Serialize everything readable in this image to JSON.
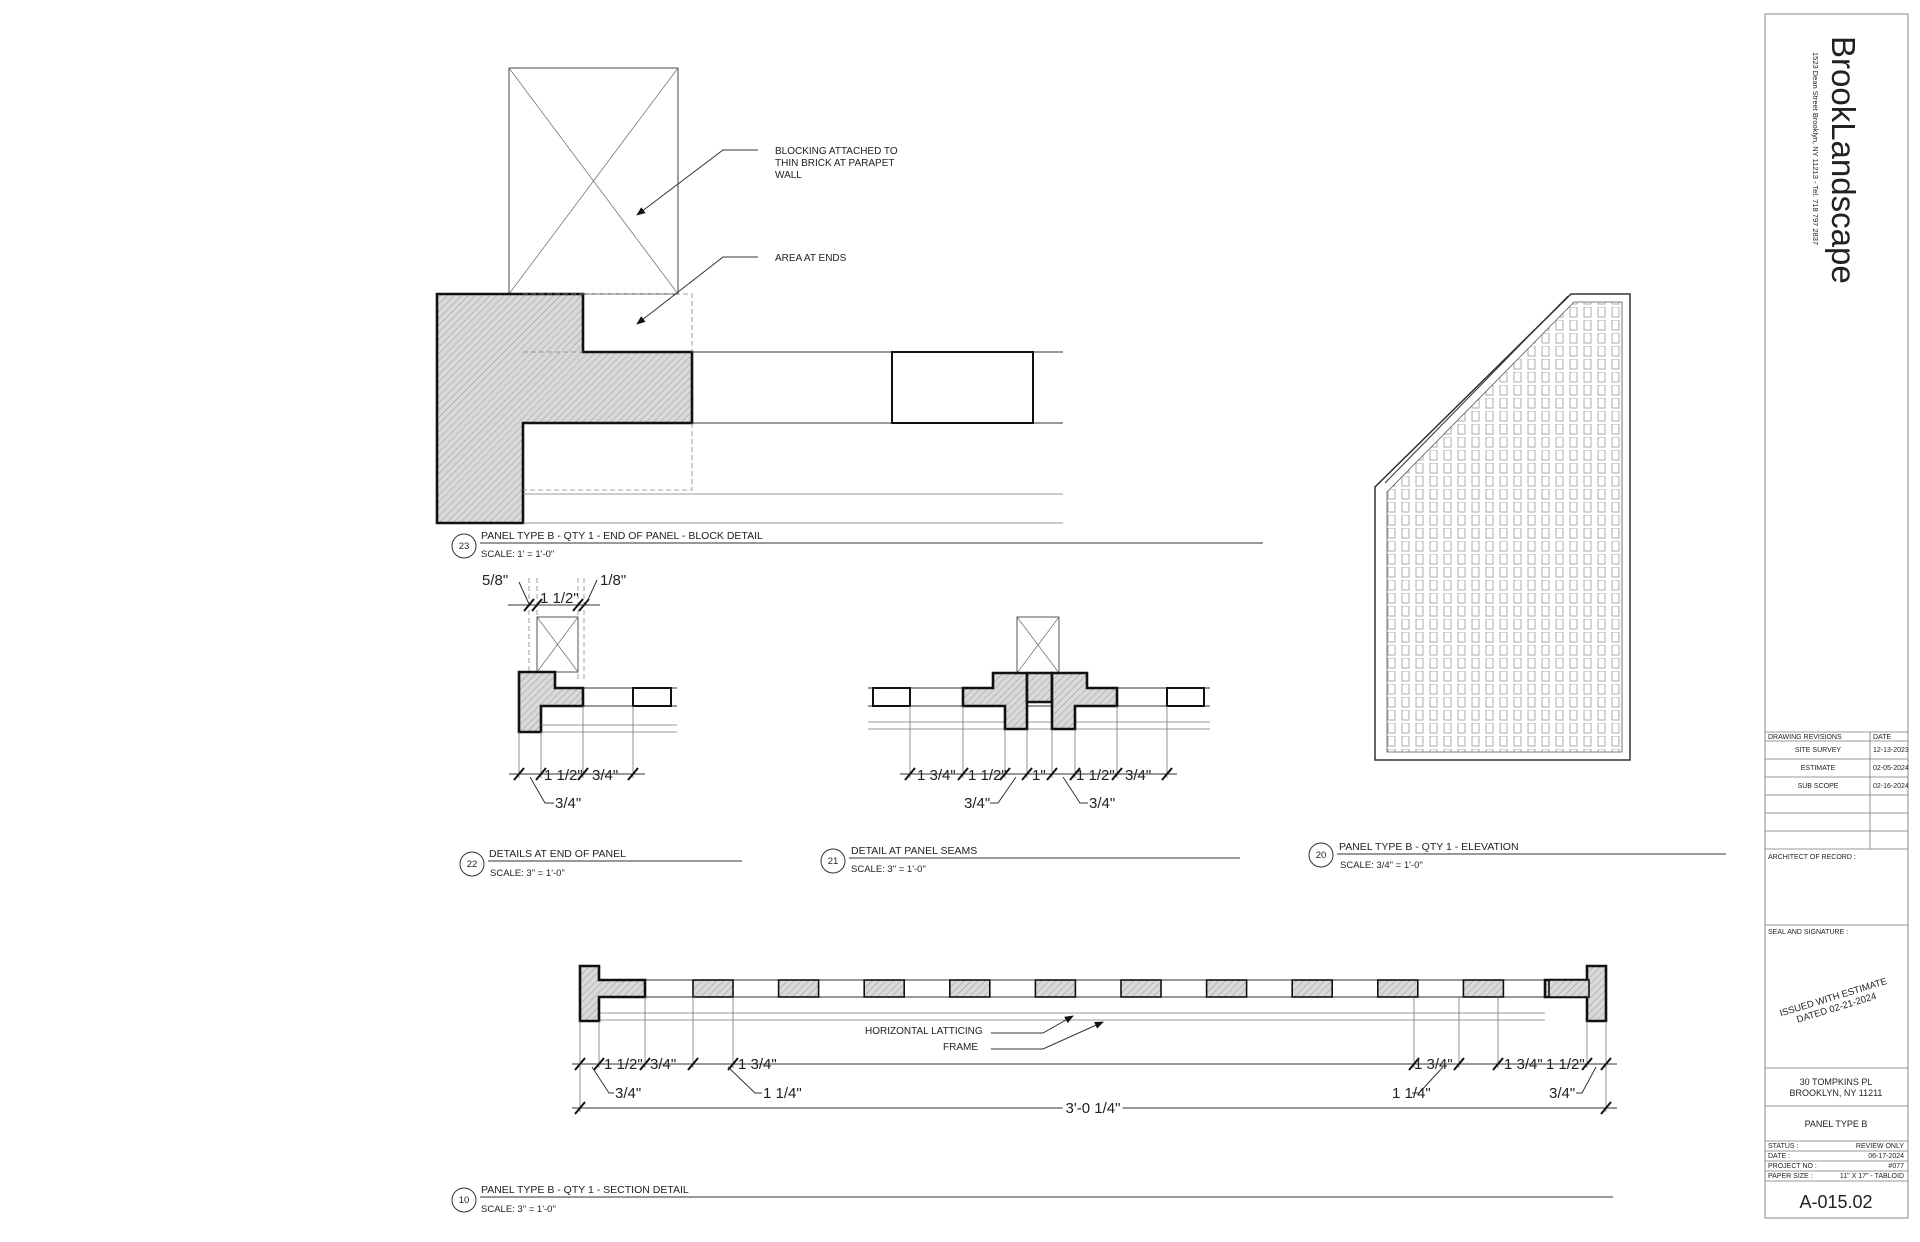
{
  "firm": {
    "name": "BrookLandscape",
    "address": "1523 Dean Street Brooklyn, NY 11213 - Tel. 718 797 2837"
  },
  "revisions": {
    "header_left": "DRAWING REVISIONS",
    "header_right": "DATE",
    "rows": [
      {
        "label": "SITE SURVEY",
        "date": "12-13-2023"
      },
      {
        "label": "ESTIMATE",
        "date": "02-05-2024"
      },
      {
        "label": "SUB SCOPE",
        "date": "02-16-2024"
      }
    ]
  },
  "architect_label": "ARCHITECT OF RECORD :",
  "seal_label": "SEAL AND SIGNATURE :",
  "stamp": {
    "line1": "ISSUED WITH ESTIMATE",
    "line2": "DATED 02-21-2024"
  },
  "project": {
    "address1": "30 TOMPKINS PL",
    "address2": "BROOKLYN, NY 11211",
    "title": "PANEL TYPE B"
  },
  "info": [
    {
      "label": "STATUS :",
      "value": "REVIEW ONLY"
    },
    {
      "label": "DATE :",
      "value": "06-17-2024"
    },
    {
      "label": "PROJECT NO :",
      "value": "#077"
    },
    {
      "label": "PAPER SIZE :",
      "value": "11\" X 17\" - TABLOID"
    }
  ],
  "sheet_number": "A-015.02",
  "details": {
    "d23": {
      "num": "23",
      "title": "PANEL TYPE B - QTY 1 - END OF PANEL - BLOCK DETAIL",
      "scale": "SCALE:  1' = 1'-0\"",
      "note1": [
        "BLOCKING ATTACHED TO",
        "THIN BRICK AT PARAPET",
        "WALL"
      ],
      "note2": "AREA AT ENDS"
    },
    "d22": {
      "num": "22",
      "title": "DETAILS AT END OF PANEL",
      "scale": "SCALE:  3\" = 1'-0\"",
      "dims": [
        "5/8\"",
        "1 1/2\"",
        "1/8\"",
        "1 1/2\"",
        "3/4\"",
        "3/4\""
      ]
    },
    "d21": {
      "num": "21",
      "title": "DETAIL AT PANEL SEAMS",
      "scale": "SCALE:  3\" = 1'-0\"",
      "dims": [
        "1 3/4\"",
        "1 1/2\"",
        "1\"",
        "1 1/2\"",
        "3/4\"",
        "3/4\"",
        "3/4\""
      ]
    },
    "d20": {
      "num": "20",
      "title": "PANEL TYPE B - QTY 1 - ELEVATION",
      "scale": "SCALE:  3/4\" = 1'-0\""
    },
    "d10": {
      "num": "10",
      "title": "PANEL TYPE B - QTY 1 - SECTION DETAIL",
      "scale": "SCALE:  3\" = 1'-0\"",
      "note1": "HORIZONTAL LATTICING",
      "note2": "FRAME",
      "dims_left": [
        "1 1/2\"",
        "3/4\"",
        "1 3/4\"",
        "3/4\"",
        "1 1/4\""
      ],
      "dims_right": [
        "1 3/4\"",
        "1 3/4\"",
        "1 1/2\"",
        "1 1/4\"",
        "3/4\""
      ],
      "overall": "3'-0 1/4\""
    }
  }
}
